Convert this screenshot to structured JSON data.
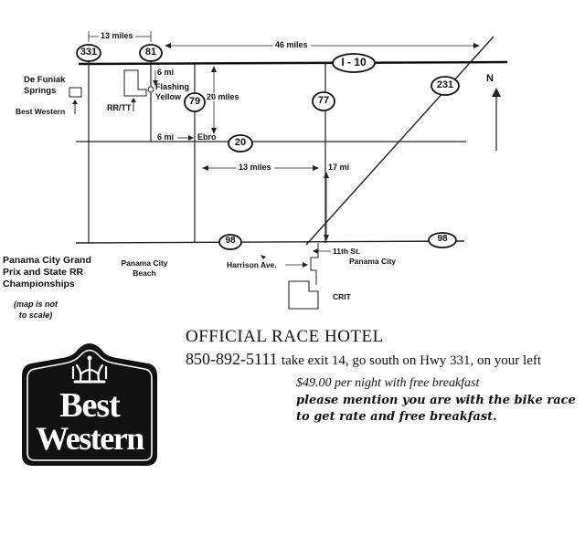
{
  "map": {
    "highways": {
      "i10": "I - 10",
      "us331": "331",
      "sr81": "81",
      "sr79": "79",
      "sr77": "77",
      "us231": "231",
      "sr20": "20",
      "us98_west": "98",
      "us98_east": "98"
    },
    "distances": {
      "d13_top": "13 miles",
      "d46": "46 miles",
      "d6_top": "6 mi",
      "d20": "20 miles",
      "d6_ebro": "6 mi",
      "d13_mid": "13 miles",
      "d17": "17 mi"
    },
    "places": {
      "defuniak": "De Funiak Springs",
      "best_western": "Best Western",
      "flashing_yellow": "Flashing Yellow",
      "rr_tt": "RR/TT",
      "ebro": "Ebro",
      "panama_city_beach": "Panama City Beach",
      "harrison_ave": "Harrison Ave.",
      "eleventh_st": "11th St.",
      "panama_city": "Panama City",
      "crit": "CRIT",
      "north": "N"
    },
    "event_title": "Panama City Grand Prix and State RR Championships",
    "scale_note": "(map is not to scale)"
  },
  "hotel": {
    "title": "OFFICIAL RACE HOTEL",
    "phone": "850-892-5111",
    "directions": "take exit 14, go south on Hwy 331, on your left",
    "rate": "$49.00 per night with free breakfast",
    "mention": "please mention you are with the bike race to get rate and free breakfast."
  },
  "logo": {
    "line1": "Best",
    "line2": "Western"
  }
}
